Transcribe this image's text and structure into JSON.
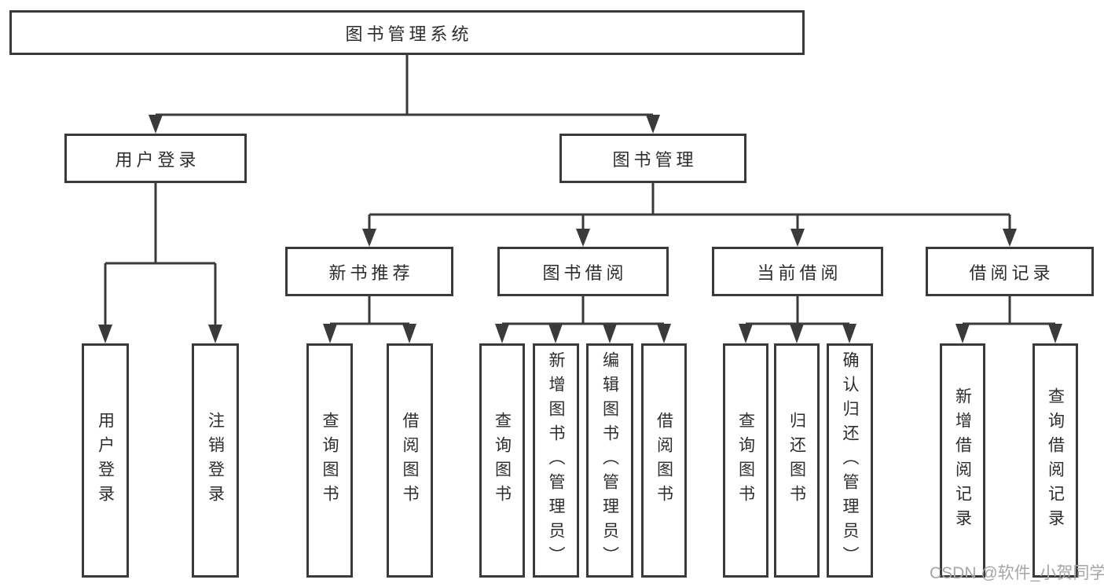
{
  "diagram": {
    "root": {
      "label": "图书管理系统"
    },
    "level2": {
      "user_login": {
        "label": "用户登录"
      },
      "book_mgmt": {
        "label": "图书管理"
      }
    },
    "level3": {
      "new_book_rec": {
        "label": "新书推荐",
        "parent": "图书管理"
      },
      "book_borrow": {
        "label": "图书借阅",
        "parent": "图书管理"
      },
      "current_borrow": {
        "label": "当前借阅",
        "parent": "图书管理"
      },
      "borrow_record": {
        "label": "借阅记录",
        "parent": "图书管理"
      }
    },
    "leaves": [
      {
        "label": "用户登录",
        "parent": "用户登录"
      },
      {
        "label": "注销登录",
        "parent": "用户登录"
      },
      {
        "label": "查询图书",
        "parent": "新书推荐"
      },
      {
        "label": "借阅图书",
        "parent": "新书推荐"
      },
      {
        "label": "查询图书",
        "parent": "图书借阅"
      },
      {
        "label": "新增图书（管理员）",
        "parent": "图书借阅"
      },
      {
        "label": "编辑图书（管理员）",
        "parent": "图书借阅"
      },
      {
        "label": "借阅图书",
        "parent": "图书借阅"
      },
      {
        "label": "查询图书",
        "parent": "当前借阅"
      },
      {
        "label": "归还图书",
        "parent": "当前借阅"
      },
      {
        "label": "确认归还（管理员）",
        "parent": "当前借阅"
      },
      {
        "label": "新增借阅记录",
        "parent": "借阅记录"
      },
      {
        "label": "查询借阅记录",
        "parent": "借阅记录"
      }
    ]
  },
  "watermark": {
    "text": "CSDN @软件_小贺同学"
  },
  "colors": {
    "line": "#3a3a3a",
    "text": "#2d2d2d",
    "box_background": "#ffffff",
    "page_background": "#ffffff",
    "watermark": "#a6a6a6"
  }
}
